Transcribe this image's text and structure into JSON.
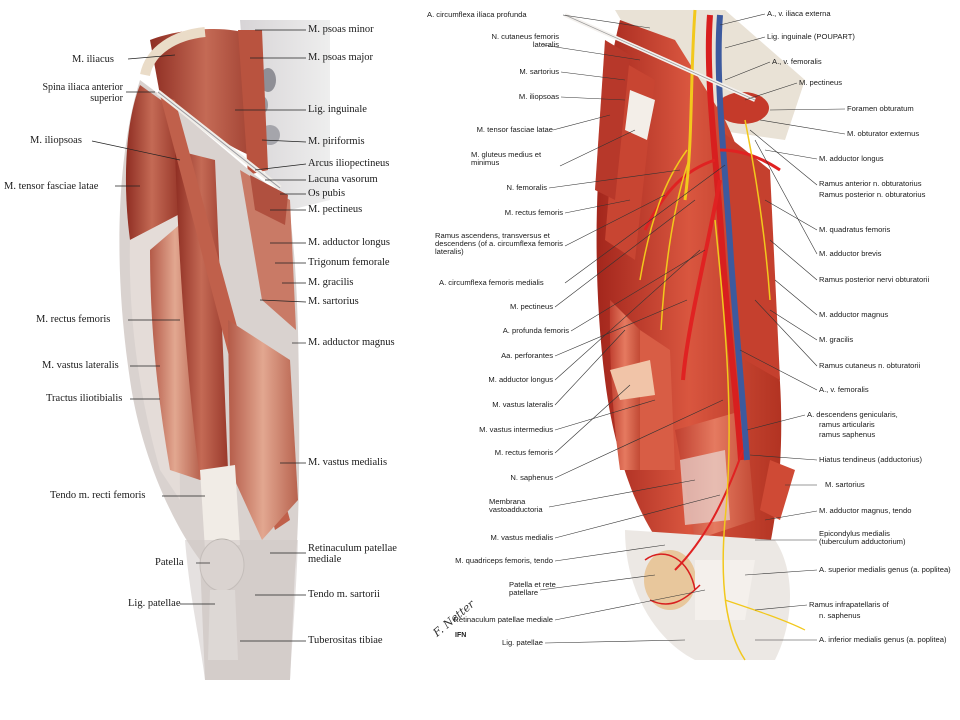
{
  "left": {
    "labels": {
      "iliacus": "M. iliacus",
      "spina": "Spina iliaca anterior superior",
      "iliopsoas": "M. iliopsoas",
      "tfl": "M. tensor fasciae latae",
      "rectus": "M. rectus femoris",
      "vastlat": "M. vastus lateralis",
      "tractus": "Tractus iliotibialis",
      "tendo_recti": "Tendo m. recti femoris",
      "patella": "Patella",
      "lig_pat": "Lig. patellae",
      "psoas_minor": "M. psoas minor",
      "psoas_major": "M. psoas major",
      "lig_ing": "Lig. inguinale",
      "piriformis": "M. piriformis",
      "arcus": "Arcus iliopectineus",
      "lacuna": "Lacuna vasorum",
      "ospubis": "Os pubis",
      "pectineus": "M. pectineus",
      "add_longus": "M. adductor longus",
      "trigonum": "Trigonum femorale",
      "gracilis": "M. gracilis",
      "sartorius": "M. sartorius",
      "add_magnus": "M. adductor magnus",
      "vast_med": "M. vastus medialis",
      "retinaculum": "Retinaculum patellae mediale",
      "tendo_sart": "Tendo m. sartorii",
      "tuber": "Tuberositas tibiae"
    }
  },
  "right": {
    "labels": {
      "a_circ_prof": "A. circumflexa ilíaca profunda",
      "n_cut": "N. cutaneus femoris lateralis",
      "sartorius": "M. sartorius",
      "iliopsoas": "M. iliopsoas",
      "tfl": "M. tensor fasciae latae",
      "gluteus": "M. gluteus medius et minimus",
      "n_fem": "N. femoralis",
      "rect_fem": "M. rectus femoris",
      "ramus_asc": "Ramus ascendens, transversus et descendens (of a. circumflexa femoris lateralis)",
      "a_circ_med": "A. circumflexa femoris medialis",
      "pectineus": "M. pectineus",
      "a_prof": "A. profunda femoris",
      "aa_perf": "Aa. perforantes",
      "add_longus_l": "M. adductor longus",
      "vast_lat": "M. vastus lateralis",
      "vast_int": "M. vastus intermedius",
      "rect_fem2": "M. rectus femoris",
      "n_saph": "N. saphenus",
      "membrana": "Membrana vastoadductoria",
      "vast_med": "M. vastus medialis",
      "quad_tendo": "M. quadriceps femoris, tendo",
      "patella_rete": "Patella et rete patellare",
      "retinac": "Retinaculum patellae mediale",
      "lig_pat": "Lig. patellae",
      "av_iliaca": "A., v. iliaca externa",
      "lig_ing": "Lig. inguinale (POUPART)",
      "av_fem": "A., v. femoralis",
      "pectineus_r": "M. pectineus",
      "foramen": "Foramen obturatum",
      "obt_ext": "M. obturator externus",
      "add_longus": "M. adductor longus",
      "ramus_ant": "Ramus anterior n. obturatorius",
      "ramus_post": "Ramus posterior n. obturatorius",
      "quadratus": "M. quadratus femoris",
      "add_brevis": "M. adductor brevis",
      "ramus_post_n": "Ramus posterior nervi obturatorii",
      "add_magnus": "M. adductor magnus",
      "gracilis": "M. gracilis",
      "ramus_cut": "Ramus cutaneus n. obturatorii",
      "av_fem2": "A., v. femoralis",
      "a_desc": "A. descendens genicularis,",
      "ramus_art": "ramus articularis",
      "ramus_saph": "ramus saphenus",
      "hiatus": "Hiatus tendineus (adductorius)",
      "sartorius_r": "M. sartorius",
      "add_mag_tendo": "M. adductor magnus, tendo",
      "epicondylus": "Epicondylus medialis (tuberculum adductorium)",
      "a_sup_med": "A. superior medialis genus (a. poplitea)",
      "ramus_infra": "Ramus infrapatellaris of",
      "n_saph_r": "n. saphenus",
      "a_inf_med": "A. inferior medialis genus (a. poplitea)"
    },
    "signature": "F. Netter",
    "publisher": "IFN"
  },
  "colors": {
    "muscle_dark": "#9c2f22",
    "muscle": "#c85a46",
    "muscle_light": "#e6a38c",
    "tendon": "#ece7e2",
    "artery": "#d81f1f",
    "vein": "#3d5a9e",
    "nerve": "#f2c81c",
    "deco_blue": "#3346a8"
  }
}
